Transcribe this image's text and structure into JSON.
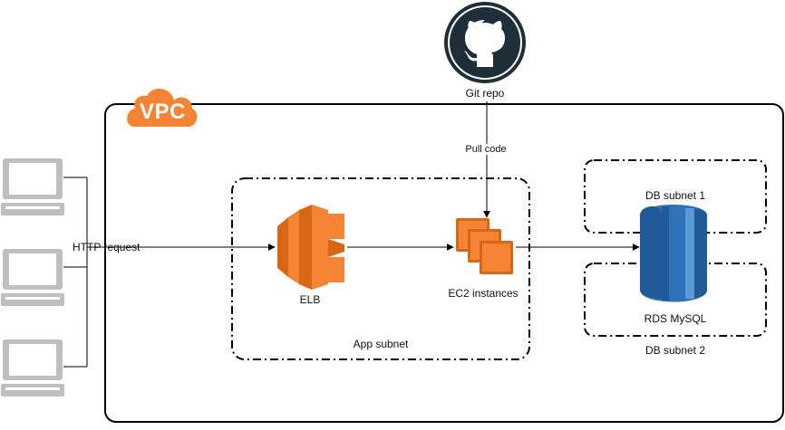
{
  "vpc": {
    "badge": "VPC"
  },
  "github": {
    "label": "Git repo",
    "icon": "github-octocat-icon"
  },
  "edges": {
    "pull_code": "Pull code",
    "http_request": "HTTP request"
  },
  "app_subnet": {
    "label": "App subnet"
  },
  "elb": {
    "label": "ELB",
    "icon": "aws-elb-icon"
  },
  "ec2": {
    "label": "EC2 instances",
    "icon": "aws-ec2-icon"
  },
  "db_subnet_1": {
    "label": "DB subnet 1"
  },
  "db_subnet_2": {
    "label": "DB subnet 2"
  },
  "rds": {
    "label": "RDS MySQL",
    "icon": "aws-rds-icon"
  },
  "clients": [
    {
      "icon": "laptop-icon"
    },
    {
      "icon": "laptop-icon"
    },
    {
      "icon": "laptop-icon"
    }
  ],
  "colors": {
    "aws_orange": "#F58534",
    "aws_orange_dark": "#D86613",
    "github_dark": "#1f2f3a",
    "rds_blue": "#2E73B8",
    "rds_blue_dark": "#205B98",
    "rds_blue_light": "#5A9BD5",
    "laptop_gray": "#bfbfbf"
  }
}
